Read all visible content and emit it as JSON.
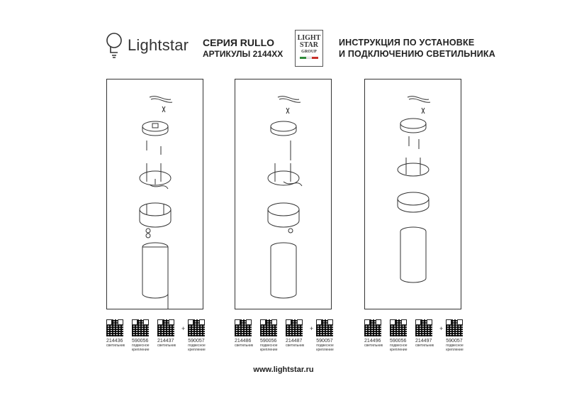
{
  "brand": {
    "name": "Lightstar"
  },
  "series": {
    "line1": "СЕРИЯ RULLO",
    "line2": "АРТИКУЛЫ 2144XX"
  },
  "logo_badge": {
    "lines": [
      "LIGHT",
      "STAR",
      "GROUP"
    ]
  },
  "heading": {
    "line1": "ИНСТРУКЦИЯ ПО УСТАНОВКЕ",
    "line2": "И ПОДКЛЮЧЕНИЮ СВЕТИЛЬНИКА"
  },
  "groups": [
    {
      "items": [
        {
          "article": "214436",
          "desc": "светильник"
        },
        {
          "article": "590056",
          "desc": "подвесное крепление"
        },
        {
          "article": "214437",
          "desc": "светильник"
        },
        {
          "article": "590057",
          "desc": "подвесное крепление"
        }
      ]
    },
    {
      "items": [
        {
          "article": "214486",
          "desc": "светильник"
        },
        {
          "article": "590056",
          "desc": "подвесное крепление"
        },
        {
          "article": "214487",
          "desc": "светильник"
        },
        {
          "article": "590057",
          "desc": "подвесное крепление"
        }
      ]
    },
    {
      "items": [
        {
          "article": "214496",
          "desc": "светильник"
        },
        {
          "article": "590056",
          "desc": "подвесное крепление"
        },
        {
          "article": "214497",
          "desc": "светильник"
        },
        {
          "article": "590057",
          "desc": "подвесное крепление"
        }
      ]
    }
  ],
  "plus_sign": "+",
  "website": "www.lightstar.ru",
  "colors": {
    "line": "#333333",
    "flag_green": "#2e8b3a",
    "flag_white": "#ffffff",
    "flag_red": "#c8312b"
  }
}
